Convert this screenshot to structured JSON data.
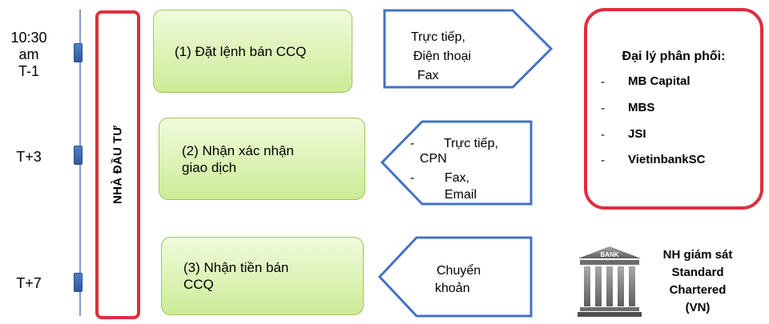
{
  "timeline": {
    "t1": [
      "10:30",
      "am",
      "T-1"
    ],
    "t2": "T+3",
    "t3": "T+7"
  },
  "investor": {
    "label": "NHÀ ĐẦU TƯ"
  },
  "steps": [
    {
      "label": "(1) Đặt lệnh bán CCQ"
    },
    {
      "line1": "(2) Nhận xác nhận",
      "line2": "giao dịch"
    },
    {
      "line1": "(3) Nhận tiền bán",
      "line2": "CCQ"
    }
  ],
  "channels": {
    "order": [
      "Trực tiếp,",
      "Điện thoại",
      "Fax"
    ],
    "confirm": [
      {
        "dash": "-",
        "line1": "Trực tiếp,",
        "line2": "CPN"
      },
      {
        "dash": "-",
        "line1": "Fax,",
        "line2": "Email"
      }
    ],
    "payment": [
      "Chuyển",
      "khoản"
    ]
  },
  "agents": {
    "title": "Đại lý phân phối:",
    "dash": "-",
    "items": [
      "MB Capital",
      "MBS",
      "JSI",
      "VietinbankSC"
    ]
  },
  "bank": {
    "icon_text": "BANK",
    "lines": [
      "NH giám sát",
      "Standard",
      "Chartered",
      "(VN)"
    ]
  },
  "colors": {
    "accent_red": "#de2f3f",
    "arrow_blue": "#4472c4",
    "step_green": "#cdeb97",
    "timeline_blue": "#7f9fc9"
  }
}
